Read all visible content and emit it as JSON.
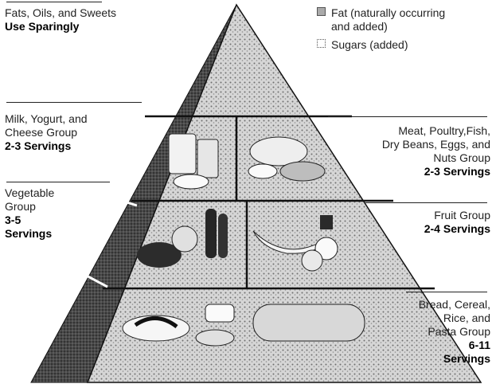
{
  "tiers": {
    "top": {
      "name": "Fats, Oils, and Sweets",
      "servings": "Use Sparingly"
    },
    "milk": {
      "name_lines": [
        "Milk, Yogurt, and",
        "Cheese Group"
      ],
      "servings": "2-3 Servings"
    },
    "meat": {
      "name_lines": [
        "Meat, Poultry,Fish,",
        "Dry Beans, Eggs, and",
        "Nuts Group"
      ],
      "servings": "2-3 Servings"
    },
    "vegetable": {
      "name_lines": [
        "Vegetable",
        "Group"
      ],
      "servings_lines": [
        "3-5",
        "Servings"
      ]
    },
    "fruit": {
      "name": "Fruit Group",
      "servings": "2-4 Servings"
    },
    "bread": {
      "name_lines": [
        "Bread, Cereal,",
        "Rice, and",
        "Pasta Group"
      ],
      "servings_lines": [
        "6-11",
        "Servings"
      ]
    }
  },
  "legend": {
    "fat_lines": [
      "Fat (naturally occurring",
      "and added)"
    ],
    "sugar": "Sugars (added)"
  },
  "colors": {
    "ink": "#111111",
    "stipple": "#8a8a8a",
    "shadow_face": "#3a3a3a",
    "paper": "#ffffff"
  }
}
